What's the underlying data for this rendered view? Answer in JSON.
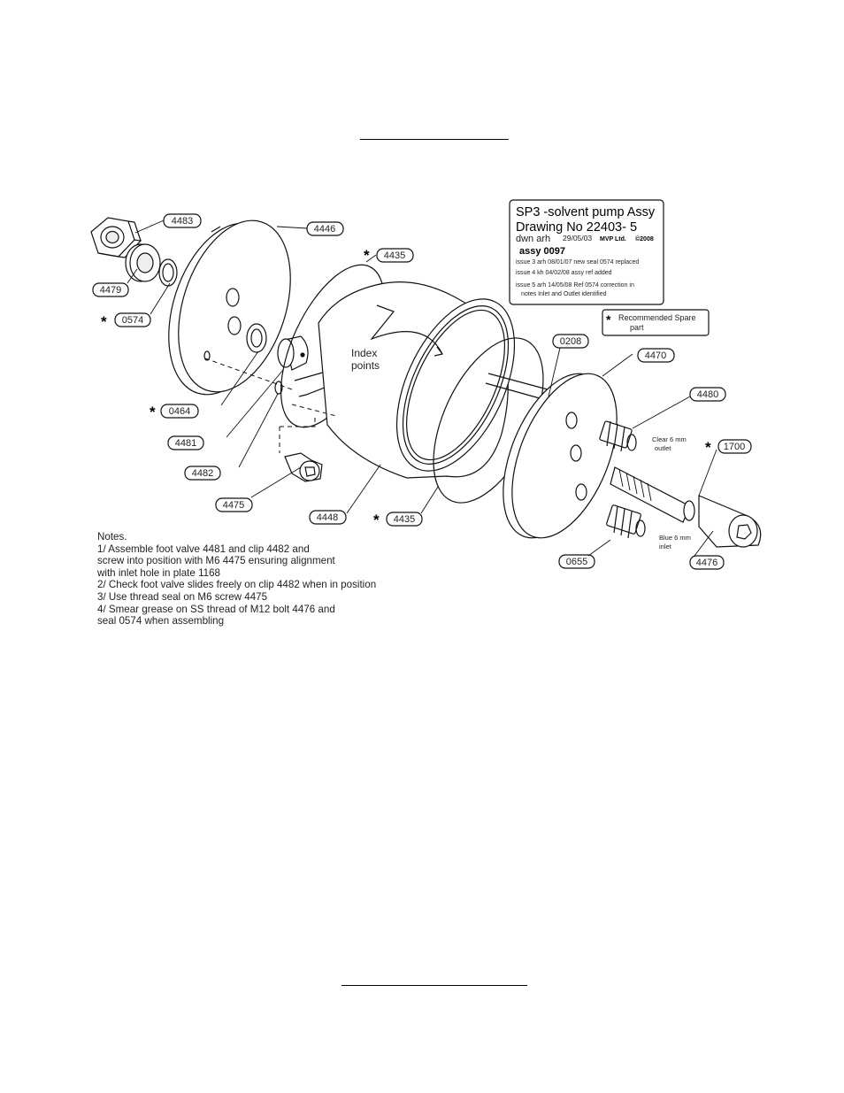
{
  "title_block": {
    "line1": "SP3 -solvent pump Assy",
    "line2": "Drawing No 22403-  5",
    "dwn": "dwn arh",
    "dwn_date": "29/05/03",
    "company": "MVP Ltd.",
    "copyright": "©2008",
    "assy": "assy 0097",
    "issue3": "issue 3 arh 08/01/07 new seal 0574 replaced",
    "issue4": "issue 4 kh 04/02/08 assy ref added",
    "issue5a": "issue 5   arh 14/05/08 Ref 0574 correction in",
    "issue5b": "notes Inlet and Outlet identified"
  },
  "spare_note": {
    "star": "*",
    "line1": "Recommended Spare",
    "line2": "part"
  },
  "annotations": {
    "index1": "Index",
    "index2": "points",
    "outlet1": "Clear 6 mm",
    "outlet2": "outlet",
    "inlet1": "Blue 6 mm",
    "inlet2": "inlet"
  },
  "parts": {
    "p4483": "4483",
    "p4479": "4479",
    "p0574": "0574",
    "p4446": "4446",
    "p4435a": "4435",
    "p0464": "0464",
    "p4481": "4481",
    "p4482": "4482",
    "p4475": "4475",
    "p4448": "4448",
    "p4435b": "4435",
    "p0208": "0208",
    "p4470": "4470",
    "p4480": "4480",
    "p1700": "1700",
    "p0655": "0655",
    "p4476": "4476"
  },
  "notes": {
    "heading": "Notes.",
    "l1": "1/ Assemble foot valve 4481 and clip 4482 and",
    "l2": "screw into position with M6 4475 ensuring alignment",
    "l3": "with inlet hole in plate 1168",
    "l4": "2/ Check foot valve slides freely on clip 4482 when in position",
    "l5": "3/ Use thread seal on M6 screw 4475",
    "l6": "4/ Smear grease on SS thread of M12 bolt 4476 and",
    "l7": " seal 0574 when assembling"
  }
}
